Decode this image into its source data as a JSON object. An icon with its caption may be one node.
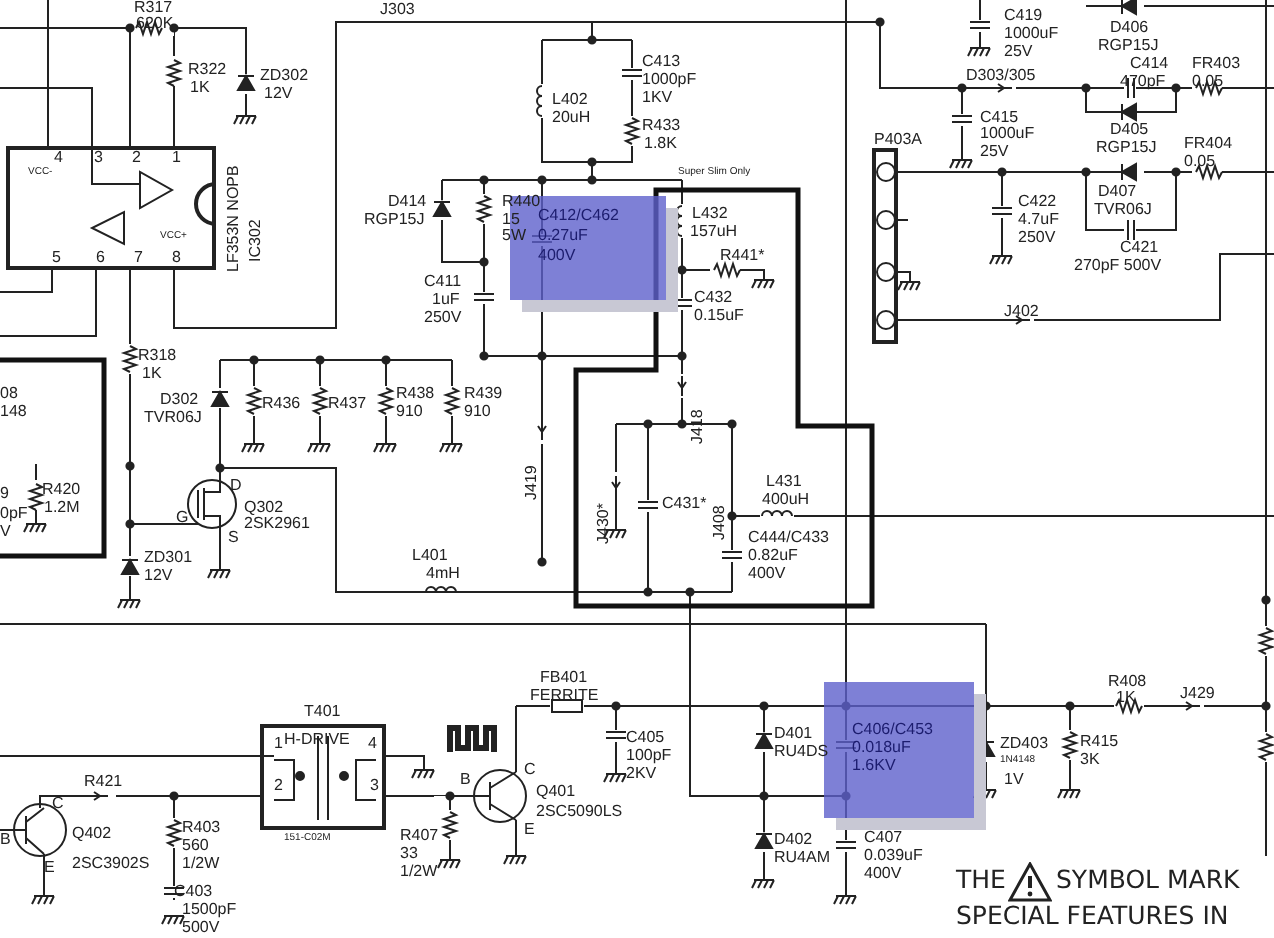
{
  "diagram": {
    "nodes": [
      {
        "text": [
          "LF353N NOPB",
          "IC302"
        ]
      },
      {
        "text": [
          "H-DRIVE",
          "151-C02M"
        ],
        "beside": [
          "T401"
        ]
      },
      {
        "text": [],
        "shape": "box",
        "beside": [
          "P403A"
        ]
      },
      {
        "text": [
          "C412/C462",
          "0.27uF",
          "400V"
        ]
      },
      {
        "text": [
          "C406/C453",
          "0.018uF",
          "1.6KV"
        ]
      }
    ],
    "labels": [
      "R317",
      "620K",
      "R322",
      "1K",
      "ZD302",
      "12V",
      "J303",
      "VCC-",
      "4",
      "3",
      "2",
      "1",
      "VCC+",
      "5",
      "6",
      "7",
      "8",
      "R318",
      "1K",
      "D302",
      "TVR06J",
      "R436",
      "R437",
      "R438",
      "910",
      "R439",
      "910",
      "08",
      "148",
      "9",
      "R420",
      "0pF",
      "1.2M",
      "V",
      "D",
      "G",
      "Q302",
      "2SK2961",
      "S",
      "ZD301",
      "12V",
      "L402",
      "20uH",
      "C413",
      "1000pF",
      "1KV",
      "R433",
      "1.8K",
      "Super Slim Only",
      "D414",
      "RGP15J",
      "R440",
      "15",
      "5W",
      "L432",
      "157uH",
      "R441*",
      "C411",
      "1uF",
      "250V",
      "C432",
      "0.15uF",
      "J418",
      "J419",
      "J430*",
      "J408",
      "C431*",
      "L431",
      "400uH",
      "C444/C433",
      "0.82uF",
      "400V",
      "L401",
      "4mH",
      "C419",
      "1000uF",
      "25V",
      "D406",
      "RGP15J",
      "D303/305",
      "C414",
      "470pF",
      "FR403",
      "0.05",
      "C415",
      "1000uF",
      "25V",
      "D405",
      "RGP15J",
      "FR404",
      "0.05",
      "C422",
      "4.7uF",
      "250V",
      "D407",
      "TVR06J",
      "C421",
      "270pF 500V",
      "J402",
      "R421",
      "C",
      "B",
      "Q402",
      "E",
      "2SC3902S",
      "R403",
      "560",
      "1/2W",
      "C403",
      "1500pF",
      "500V",
      "R407",
      "33",
      "1/2W",
      "FB401",
      "FERRITE",
      "C405",
      "100pF",
      "C",
      "2KV",
      "B",
      "Q401",
      "2SC5090LS",
      "E",
      "D401",
      "RU4DS",
      "D402",
      "RU4AM",
      "C407",
      "0.039uF",
      "400V",
      "ZD403",
      "1N4148",
      "1V",
      "R415",
      "3K",
      "R408",
      "1K",
      "J429",
      "THE",
      "SYMBOL MARK",
      "SPECIAL FEATURES IN",
      "1",
      "4",
      "2",
      "3"
    ]
  }
}
